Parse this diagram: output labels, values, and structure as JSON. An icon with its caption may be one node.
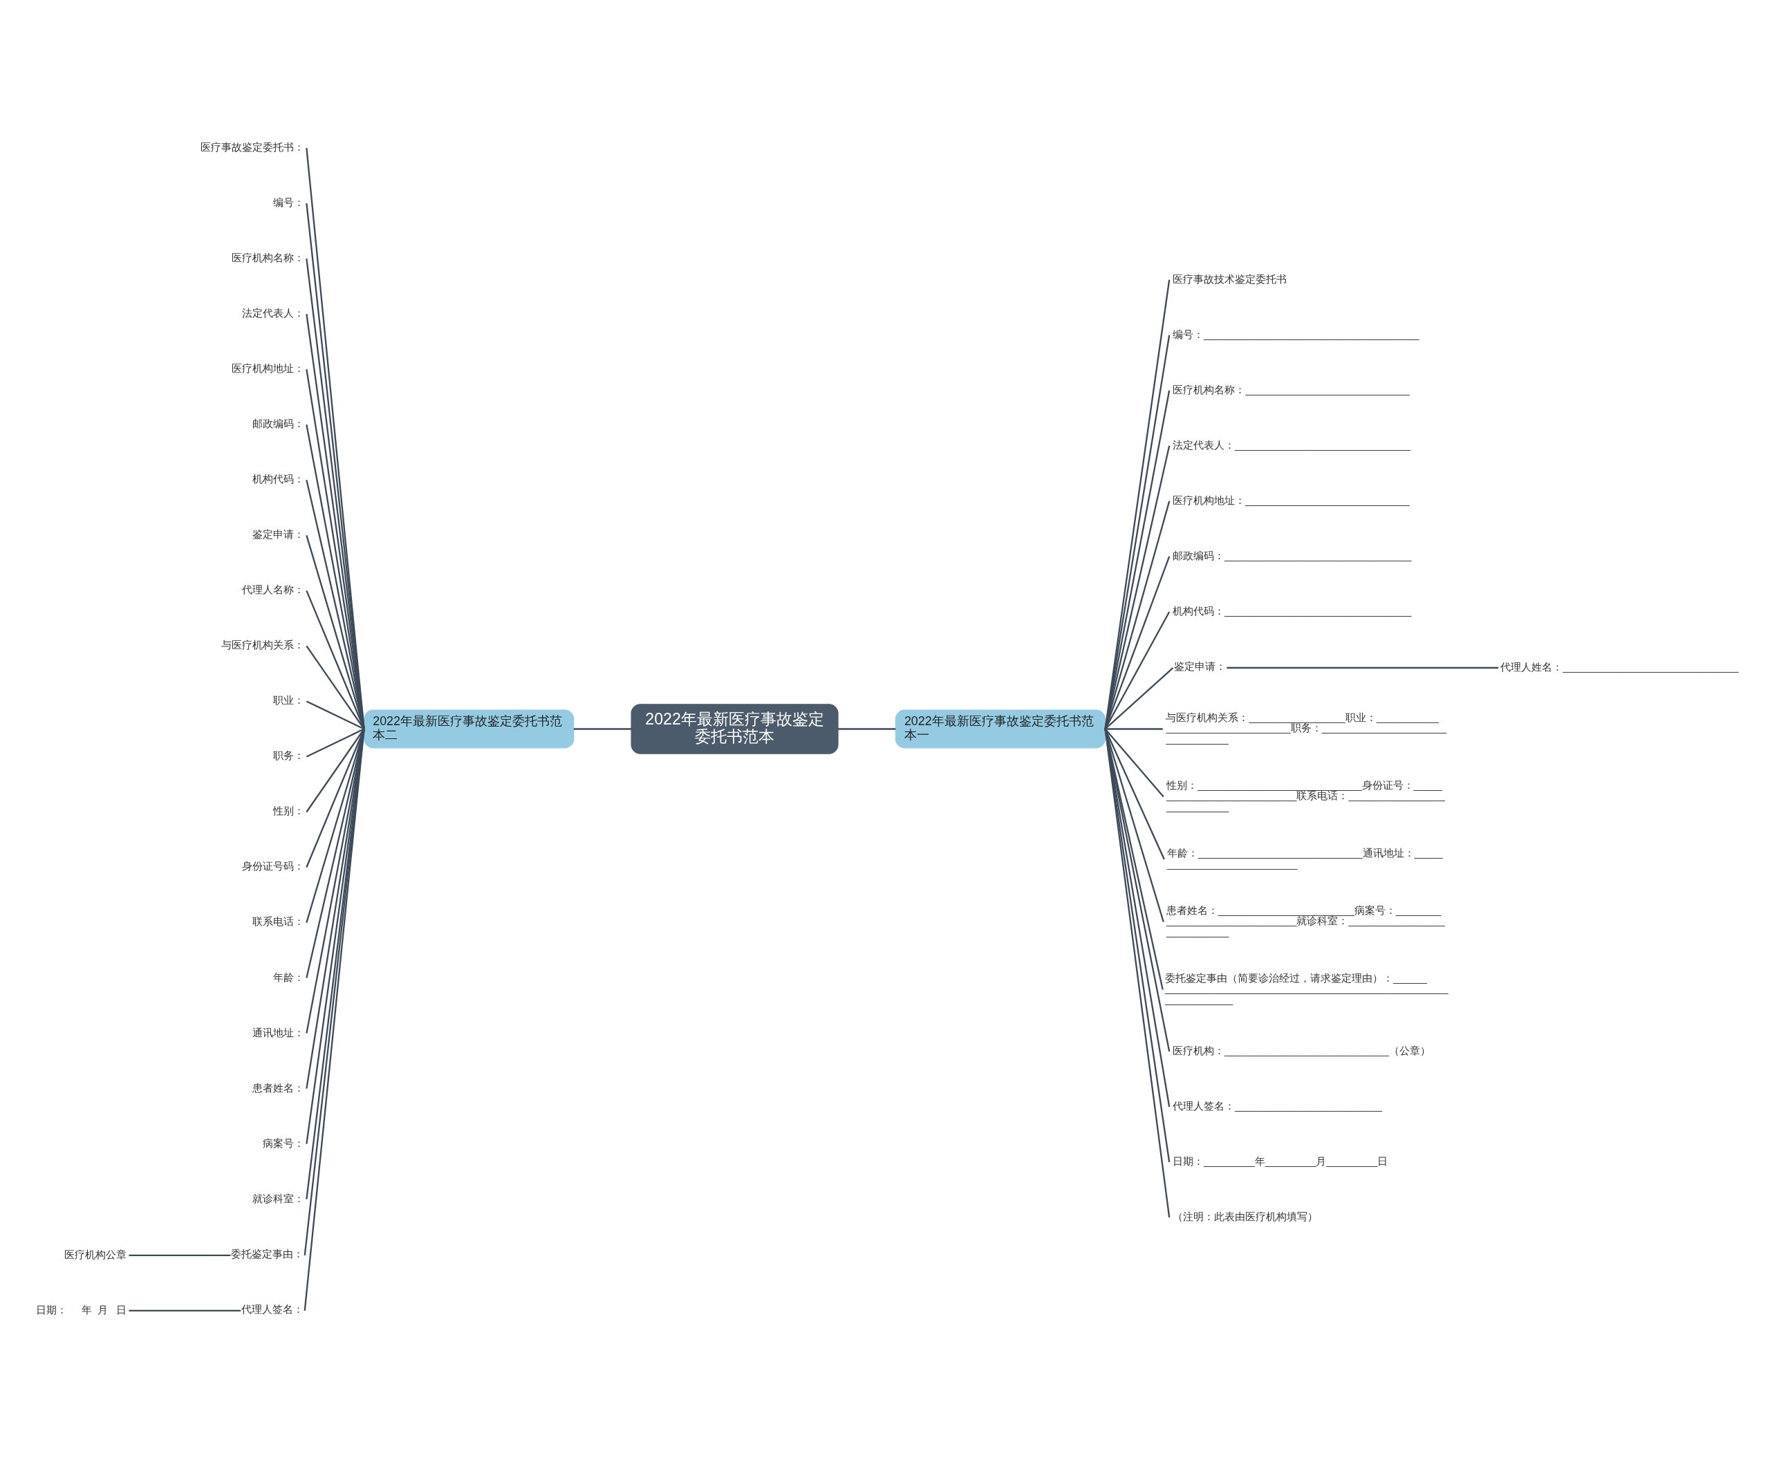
{
  "diagram": {
    "nodes": [
      {
        "text": [
          "2022年最新医疗事故鉴定委托书范本"
        ]
      },
      {
        "text": [
          "2022年最新医疗事故鉴定委托书范本二"
        ]
      },
      {
        "text": [
          "医疗事故鉴定委托书："
        ]
      },
      {
        "text": [
          "编号："
        ]
      },
      {
        "text": [
          "医疗机构名称："
        ]
      },
      {
        "text": [
          "法定代表人："
        ]
      },
      {
        "text": [
          "医疗机构地址："
        ]
      },
      {
        "text": [
          "邮政编码："
        ]
      },
      {
        "text": [
          "机构代码："
        ]
      },
      {
        "text": [
          "鉴定申请："
        ]
      },
      {
        "text": [
          "代理人名称："
        ]
      },
      {
        "text": [
          "与医疗机构关系："
        ]
      },
      {
        "text": [
          "职业："
        ]
      },
      {
        "text": [
          "职务："
        ]
      },
      {
        "text": [
          "性别："
        ]
      },
      {
        "text": [
          "身份证号码："
        ]
      },
      {
        "text": [
          "联系电话："
        ]
      },
      {
        "text": [
          "年龄："
        ]
      },
      {
        "text": [
          "通讯地址："
        ]
      },
      {
        "text": [
          "患者姓名："
        ]
      },
      {
        "text": [
          "病案号："
        ]
      },
      {
        "text": [
          "就诊科室："
        ]
      },
      {
        "text": [
          "委托鉴定事由："
        ]
      },
      {
        "text": [
          "医疗机构公章"
        ]
      },
      {
        "text": [
          "代理人签名："
        ]
      },
      {
        "text": [
          "日期：     年  月   日"
        ]
      },
      {
        "text": [
          "2022年最新医疗事故鉴定委托书范本一"
        ]
      },
      {
        "text": [
          "医疗事故技术鉴定委托书"
        ]
      },
      {
        "text": [
          "编号：______________________________________"
        ]
      },
      {
        "text": [
          "医疗机构名称：_____________________________"
        ]
      },
      {
        "text": [
          "法定代表人：_______________________________"
        ]
      },
      {
        "text": [
          "医疗机构地址：_____________________________"
        ]
      },
      {
        "text": [
          "邮政编码：_________________________________"
        ]
      },
      {
        "text": [
          "机构代码：_________________________________"
        ]
      },
      {
        "text": [
          "鉴定申请："
        ]
      },
      {
        "text": [
          "代理人姓名：_______________________________"
        ]
      },
      {
        "text": [
          "与医疗机构关系：_________________职业：_________________________________职务：_________________________________"
        ]
      },
      {
        "text": [
          "性别：_____________________________身份证号：____________________________联系电话：____________________________"
        ]
      },
      {
        "text": [
          "年龄：_____________________________通讯地址：____________________________"
        ]
      },
      {
        "text": [
          "患者姓名：________________________病案号：_______________________________就诊科室：____________________________"
        ]
      },
      {
        "text": [
          "委托鉴定事由（简要诊治经过，请求鉴定理由）：____________________________________________________________________"
        ]
      },
      {
        "text": [
          "医疗机构：_____________________________（公章）"
        ]
      },
      {
        "text": [
          "代理人签名：__________________________"
        ]
      },
      {
        "text": [
          "日期：_________年_________月_________日"
        ]
      },
      {
        "text": [
          "（注明：此表由医疗机构填写）"
        ]
      }
    ],
    "edges": [
      {
        "from": 1,
        "to": 0,
        "arrow": "none"
      },
      {
        "from": 0,
        "to": 26,
        "arrow": "none"
      },
      {
        "from": 2,
        "to": 1,
        "arrow": "none"
      },
      {
        "from": 3,
        "to": 1,
        "arrow": "none"
      },
      {
        "from": 4,
        "to": 1,
        "arrow": "none"
      },
      {
        "from": 5,
        "to": 1,
        "arrow": "none"
      },
      {
        "from": 6,
        "to": 1,
        "arrow": "none"
      },
      {
        "from": 7,
        "to": 1,
        "arrow": "none"
      },
      {
        "from": 8,
        "to": 1,
        "arrow": "none"
      },
      {
        "from": 9,
        "to": 1,
        "arrow": "none"
      },
      {
        "from": 10,
        "to": 1,
        "arrow": "none"
      },
      {
        "from": 11,
        "to": 1,
        "arrow": "none"
      },
      {
        "from": 12,
        "to": 1,
        "arrow": "none"
      },
      {
        "from": 13,
        "to": 1,
        "arrow": "none"
      },
      {
        "from": 14,
        "to": 1,
        "arrow": "none"
      },
      {
        "from": 15,
        "to": 1,
        "arrow": "none"
      },
      {
        "from": 16,
        "to": 1,
        "arrow": "none"
      },
      {
        "from": 17,
        "to": 1,
        "arrow": "none"
      },
      {
        "from": 18,
        "to": 1,
        "arrow": "none"
      },
      {
        "from": 19,
        "to": 1,
        "arrow": "none"
      },
      {
        "from": 20,
        "to": 1,
        "arrow": "none"
      },
      {
        "from": 21,
        "to": 1,
        "arrow": "none"
      },
      {
        "from": 22,
        "to": 1,
        "arrow": "none"
      },
      {
        "from": 23,
        "to": 22,
        "arrow": "none"
      },
      {
        "from": 24,
        "to": 1,
        "arrow": "none"
      },
      {
        "from": 25,
        "to": 24,
        "arrow": "none"
      },
      {
        "from": 26,
        "to": 27,
        "arrow": "none"
      },
      {
        "from": 26,
        "to": 28,
        "arrow": "none"
      },
      {
        "from": 26,
        "to": 29,
        "arrow": "none"
      },
      {
        "from": 26,
        "to": 30,
        "arrow": "none"
      },
      {
        "from": 26,
        "to": 31,
        "arrow": "none"
      },
      {
        "from": 26,
        "to": 32,
        "arrow": "none"
      },
      {
        "from": 26,
        "to": 33,
        "arrow": "none"
      },
      {
        "from": 26,
        "to": 34,
        "arrow": "none"
      },
      {
        "from": 34,
        "to": 35,
        "arrow": "none"
      },
      {
        "from": 26,
        "to": 36,
        "arrow": "none"
      },
      {
        "from": 26,
        "to": 37,
        "arrow": "none"
      },
      {
        "from": 26,
        "to": 38,
        "arrow": "none"
      },
      {
        "from": 26,
        "to": 39,
        "arrow": "none"
      },
      {
        "from": 26,
        "to": 40,
        "arrow": "none"
      },
      {
        "from": 26,
        "to": 41,
        "arrow": "none"
      },
      {
        "from": 26,
        "to": 42,
        "arrow": "none"
      },
      {
        "from": 26,
        "to": 43,
        "arrow": "none"
      },
      {
        "from": 26,
        "to": 44,
        "arrow": "none"
      }
    ]
  }
}
